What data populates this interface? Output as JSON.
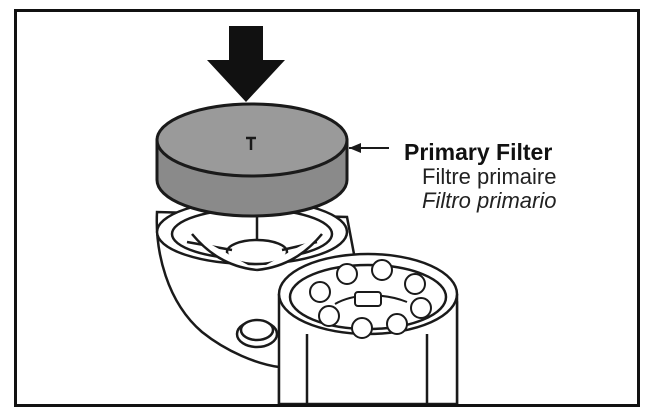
{
  "labels": {
    "en": "Primary Filter",
    "fr": "Filtre primaire",
    "es": "Filtro primario"
  },
  "colors": {
    "filter_fill": "#8a8a8a",
    "filter_top": "#9a9a9a",
    "line": "#1a1a1a",
    "background": "#ffffff"
  },
  "icons": {
    "arrow": "down-arrow-icon"
  }
}
